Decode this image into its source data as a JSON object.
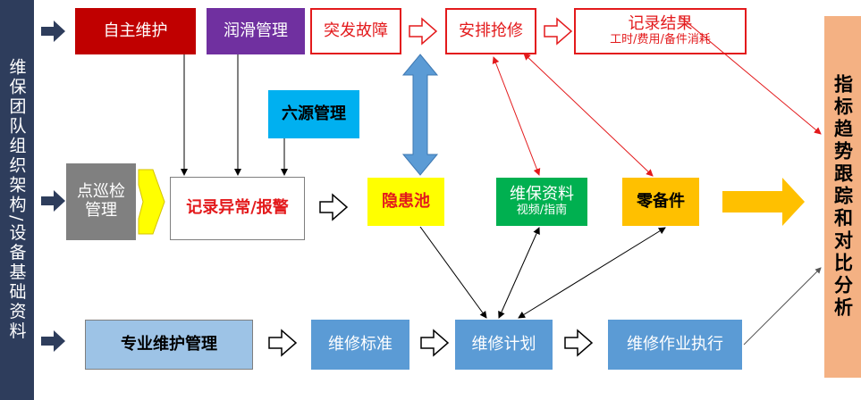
{
  "side_left": {
    "text": "维保团队组织架构/设备基础资料",
    "color": "#2e3d5c"
  },
  "side_right": {
    "text": "指标趋势跟踪和对比分析",
    "color": "#f4b183"
  },
  "top_row": {
    "self_maint": "自主维护",
    "lubrication": "润滑管理",
    "breakdown": "突发故障",
    "arrange_repair": "安排抢修",
    "record_result": "记录结果",
    "record_result_sub": "工时/费用/备件消耗"
  },
  "middle_row": {
    "inspection": "点巡检管理",
    "six_source": "六源管理",
    "record_alarm": "记录异常/报警",
    "hazard_pool": "隐患池",
    "maint_info": "维保资料",
    "maint_info_sub": "视频/指南",
    "spare_parts": "零备件"
  },
  "bottom_row": {
    "pro_maint": "专业维护管理",
    "maint_standard": "维修标准",
    "maint_plan": "维修计划",
    "maint_exec": "维修作业执行"
  },
  "colors": {
    "dark_red": "#c00000",
    "purple": "#7030a0",
    "red": "#e31a1c",
    "cyan": "#00b0f0",
    "gray": "#808080",
    "yellow": "#ffff00",
    "green": "#00b050",
    "orange": "#ffc000",
    "steel_blue": "#5b9bd5",
    "light_blue": "#9dc3e6",
    "navy": "#2e3d5c"
  }
}
